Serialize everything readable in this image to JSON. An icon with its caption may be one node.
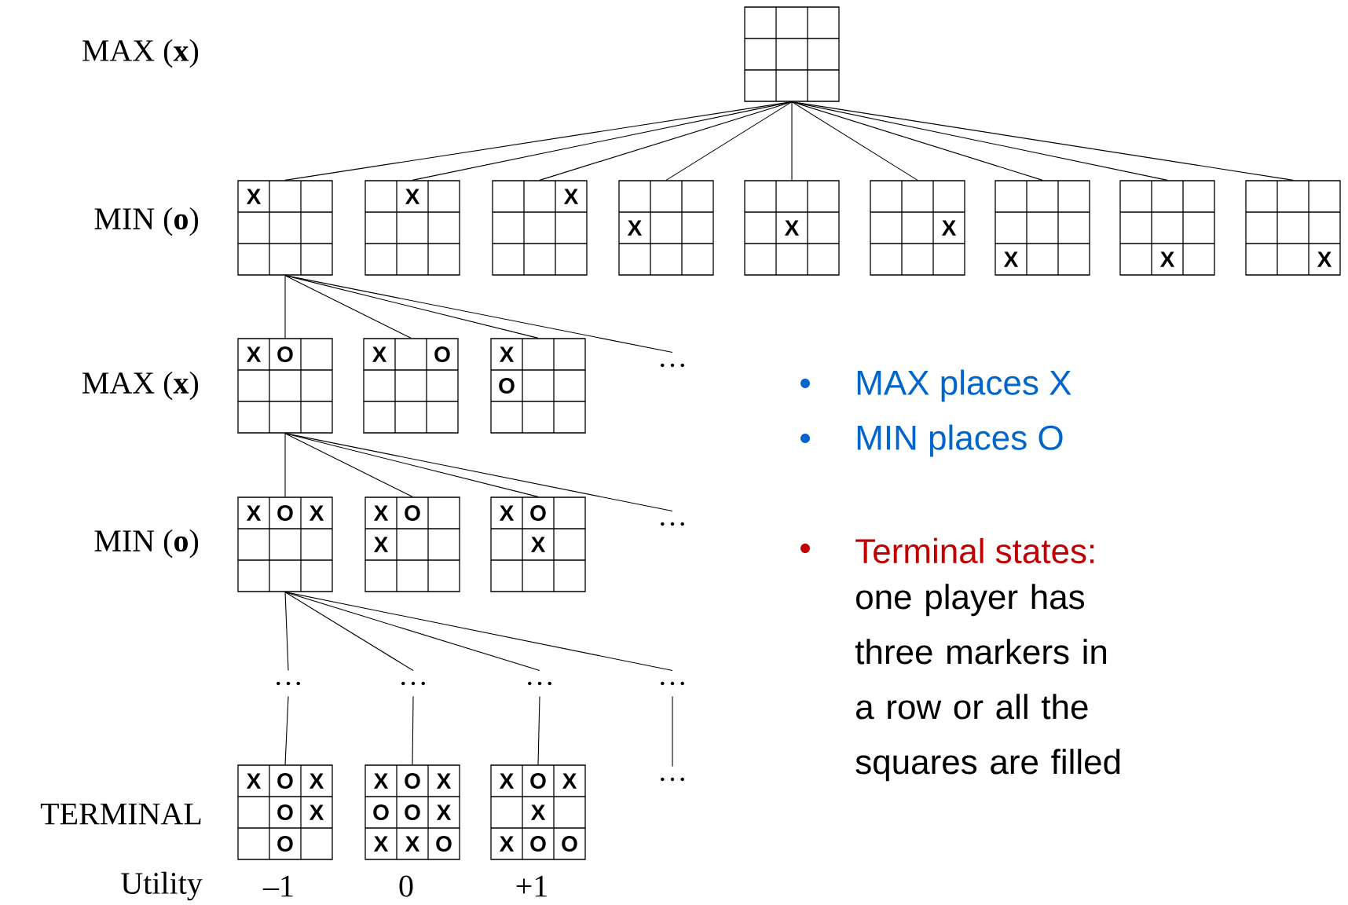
{
  "diagram": {
    "nodes": [
      {
        "text": [],
        "shape": "box"
      },
      {
        "text": [
          "X"
        ]
      },
      {
        "text": [
          "X"
        ]
      },
      {
        "text": [
          "X"
        ]
      },
      {
        "text": [
          "X"
        ]
      },
      {
        "text": [
          "X"
        ]
      },
      {
        "text": [
          "X"
        ]
      },
      {
        "text": [
          "X"
        ]
      },
      {
        "text": [
          "X"
        ]
      },
      {
        "text": [
          "X"
        ]
      },
      {
        "text": [
          "X",
          "O"
        ]
      },
      {
        "text": [
          "X",
          "O"
        ]
      },
      {
        "text": [
          "X",
          "O"
        ]
      },
      {
        "text": [
          "…"
        ]
      },
      {
        "text": [
          "X",
          "O",
          "X"
        ]
      },
      {
        "text": [
          "X",
          "O",
          "X"
        ]
      },
      {
        "text": [
          "X",
          "O",
          "X"
        ]
      },
      {
        "text": [
          "…"
        ]
      },
      {
        "text": [
          "…"
        ]
      },
      {
        "text": [
          "…"
        ]
      },
      {
        "text": [
          "…"
        ]
      },
      {
        "text": [
          "…"
        ]
      },
      {
        "text": [
          "X",
          "O",
          "X",
          "O",
          "X",
          "O"
        ],
        "beside": [
          "–1"
        ]
      },
      {
        "text": [
          "X",
          "O",
          "X",
          "O",
          "O",
          "X",
          "X",
          "X",
          "O"
        ],
        "beside": [
          "0"
        ]
      },
      {
        "text": [
          "X",
          "O",
          "X",
          "X",
          "X",
          "O",
          "O"
        ],
        "beside": [
          "+1"
        ]
      },
      {
        "text": [
          "…"
        ]
      }
    ],
    "edges": [
      {
        "from": 0,
        "to": 1,
        "arrow": "none"
      },
      {
        "from": 0,
        "to": 2,
        "arrow": "none"
      },
      {
        "from": 0,
        "to": 3,
        "arrow": "none"
      },
      {
        "from": 0,
        "to": 4,
        "arrow": "none"
      },
      {
        "from": 0,
        "to": 5,
        "arrow": "none"
      },
      {
        "from": 0,
        "to": 6,
        "arrow": "none"
      },
      {
        "from": 0,
        "to": 7,
        "arrow": "none"
      },
      {
        "from": 0,
        "to": 8,
        "arrow": "none"
      },
      {
        "from": 0,
        "to": 9,
        "arrow": "none"
      },
      {
        "from": 1,
        "to": 10,
        "arrow": "none"
      },
      {
        "from": 1,
        "to": 11,
        "arrow": "none"
      },
      {
        "from": 1,
        "to": 12,
        "arrow": "none"
      },
      {
        "from": 1,
        "to": 13,
        "arrow": "none"
      },
      {
        "from": 10,
        "to": 14,
        "arrow": "none"
      },
      {
        "from": 10,
        "to": 15,
        "arrow": "none"
      },
      {
        "from": 10,
        "to": 16,
        "arrow": "none"
      },
      {
        "from": 10,
        "to": 17,
        "arrow": "none"
      },
      {
        "from": 14,
        "to": 18,
        "arrow": "none"
      },
      {
        "from": 14,
        "to": 19,
        "arrow": "none"
      },
      {
        "from": 14,
        "to": 20,
        "arrow": "none"
      },
      {
        "from": 14,
        "to": 21,
        "arrow": "none"
      },
      {
        "from": 18,
        "to": 22,
        "arrow": "none"
      },
      {
        "from": 19,
        "to": 23,
        "arrow": "none"
      },
      {
        "from": 20,
        "to": 24,
        "arrow": "none"
      },
      {
        "from": 21,
        "to": 25,
        "arrow": "none"
      }
    ],
    "labels": [
      "MAX (**x**)",
      "MIN (**o**)",
      "MAX (**x**)",
      "MIN (**o**)",
      "TERMINAL",
      "Utility",
      "MAX places X",
      "MIN places O",
      "Terminal states:",
      "one player has three markers in a row or all the squares are filled"
    ]
  }
}
